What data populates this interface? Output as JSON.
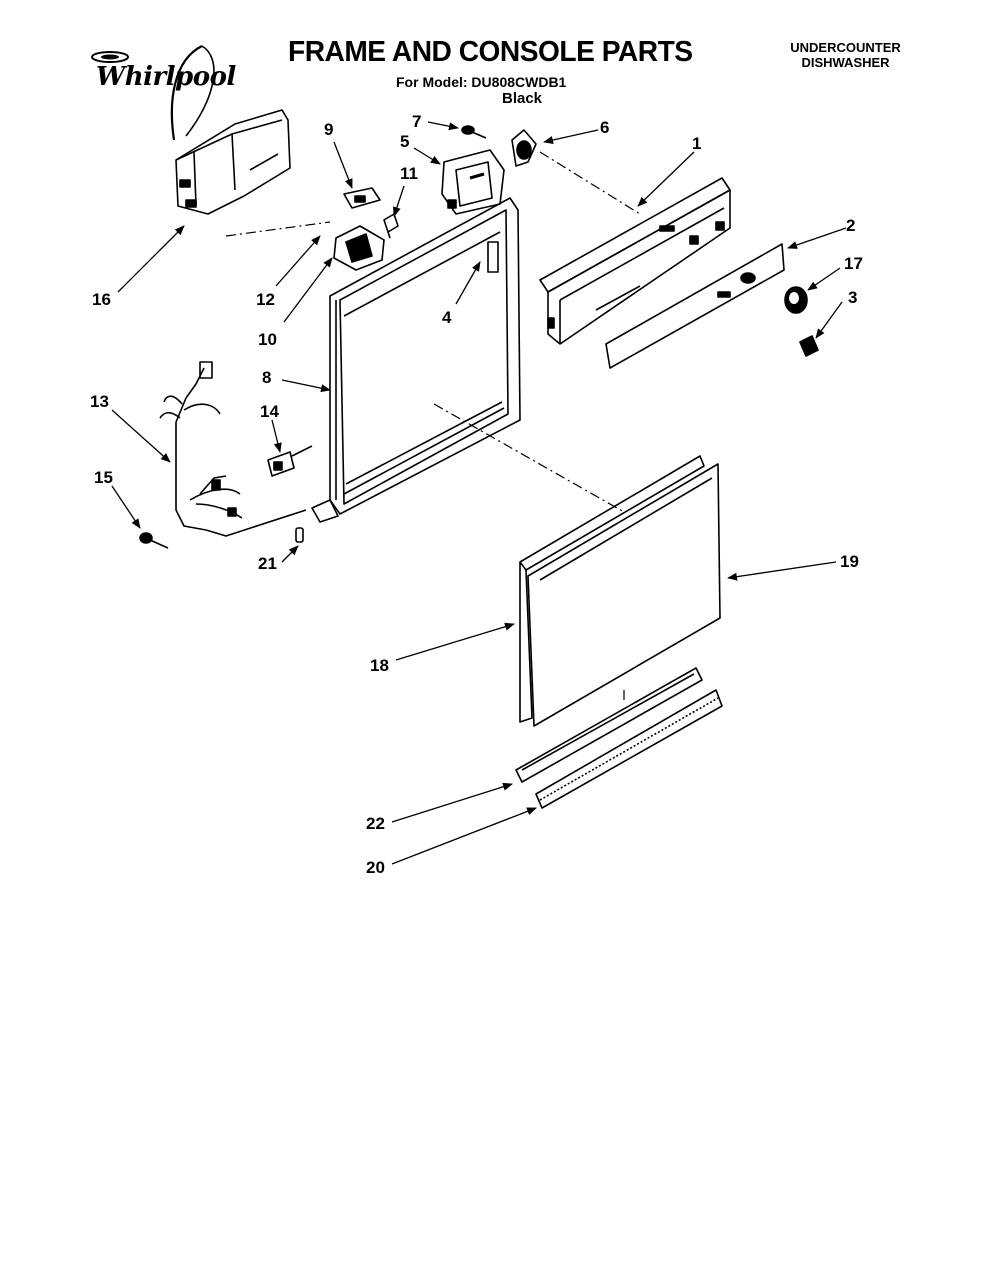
{
  "header": {
    "brand": "Whirlpool",
    "title": "FRAME AND CONSOLE PARTS",
    "model": "For Model: DU808CWDB1",
    "variant": "Black",
    "product_line1": "UNDERCOUNTER",
    "product_line2": "DISHWASHER"
  },
  "callouts": [
    {
      "id": "c1",
      "label": "1"
    },
    {
      "id": "c2",
      "label": "2"
    },
    {
      "id": "c3",
      "label": "3"
    },
    {
      "id": "c4",
      "label": "4"
    },
    {
      "id": "c5",
      "label": "5"
    },
    {
      "id": "c6",
      "label": "6"
    },
    {
      "id": "c7",
      "label": "7"
    },
    {
      "id": "c8",
      "label": "8"
    },
    {
      "id": "c9",
      "label": "9"
    },
    {
      "id": "c10",
      "label": "10"
    },
    {
      "id": "c11",
      "label": "11"
    },
    {
      "id": "c12",
      "label": "12"
    },
    {
      "id": "c13",
      "label": "13"
    },
    {
      "id": "c14",
      "label": "14"
    },
    {
      "id": "c15",
      "label": "15"
    },
    {
      "id": "c16",
      "label": "16"
    },
    {
      "id": "c17",
      "label": "17"
    },
    {
      "id": "c18",
      "label": "18"
    },
    {
      "id": "c19",
      "label": "19"
    },
    {
      "id": "c20",
      "label": "20"
    },
    {
      "id": "c21",
      "label": "21"
    },
    {
      "id": "c22",
      "label": "22"
    }
  ]
}
